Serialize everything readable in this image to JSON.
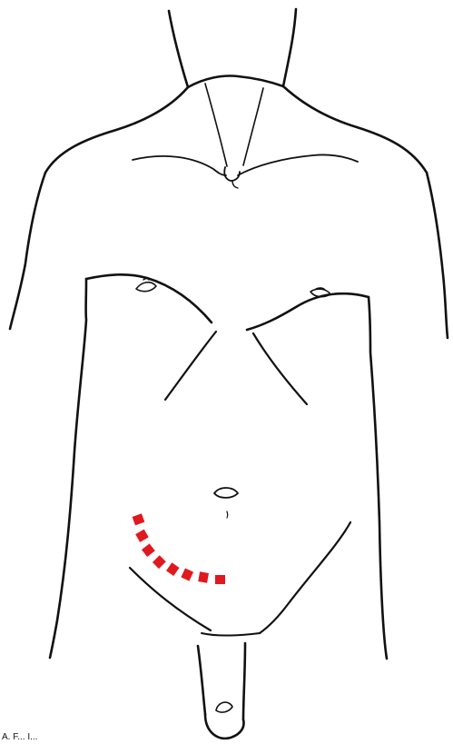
{
  "figure": {
    "subject": "male-torso-front-view",
    "line_color": "#111111",
    "marker_color": "#e0191f",
    "incision_marks": 8
  },
  "caption": {
    "text": "A. F... I..."
  }
}
